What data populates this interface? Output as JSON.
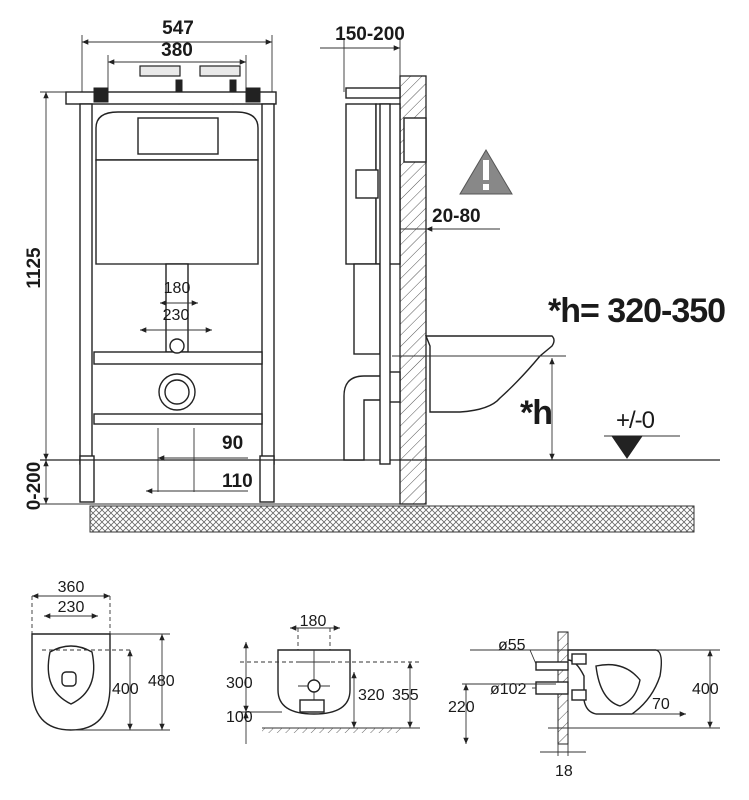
{
  "front_view": {
    "width_total": "547",
    "width_inner": "380",
    "height_total": "1125",
    "floor_range": "0-200",
    "pipe_180": "180",
    "pipe_230": "230",
    "dim_90": "90",
    "dim_110": "110"
  },
  "side_view": {
    "wall_gap": "150-200",
    "wall_thickness": "20-80",
    "height_formula": "*h= 320-350",
    "height_symbol": "*h",
    "level_mark": "+/-0"
  },
  "bowl_top_view": {
    "outer_width": "360",
    "inner_width": "230",
    "length_400": "400",
    "length_480": "480"
  },
  "bowl_front_view": {
    "width_180": "180",
    "height_300": "300",
    "height_100": "100",
    "height_320": "320",
    "height_355": "355"
  },
  "bowl_side_view": {
    "dia_55": "ø55",
    "dia_102": "ø102",
    "height_220": "220",
    "depth_70": "70",
    "height_400": "400",
    "wall_18": "18"
  },
  "colors": {
    "ink": "#222222",
    "hatch": "#555555",
    "background": "#ffffff"
  }
}
